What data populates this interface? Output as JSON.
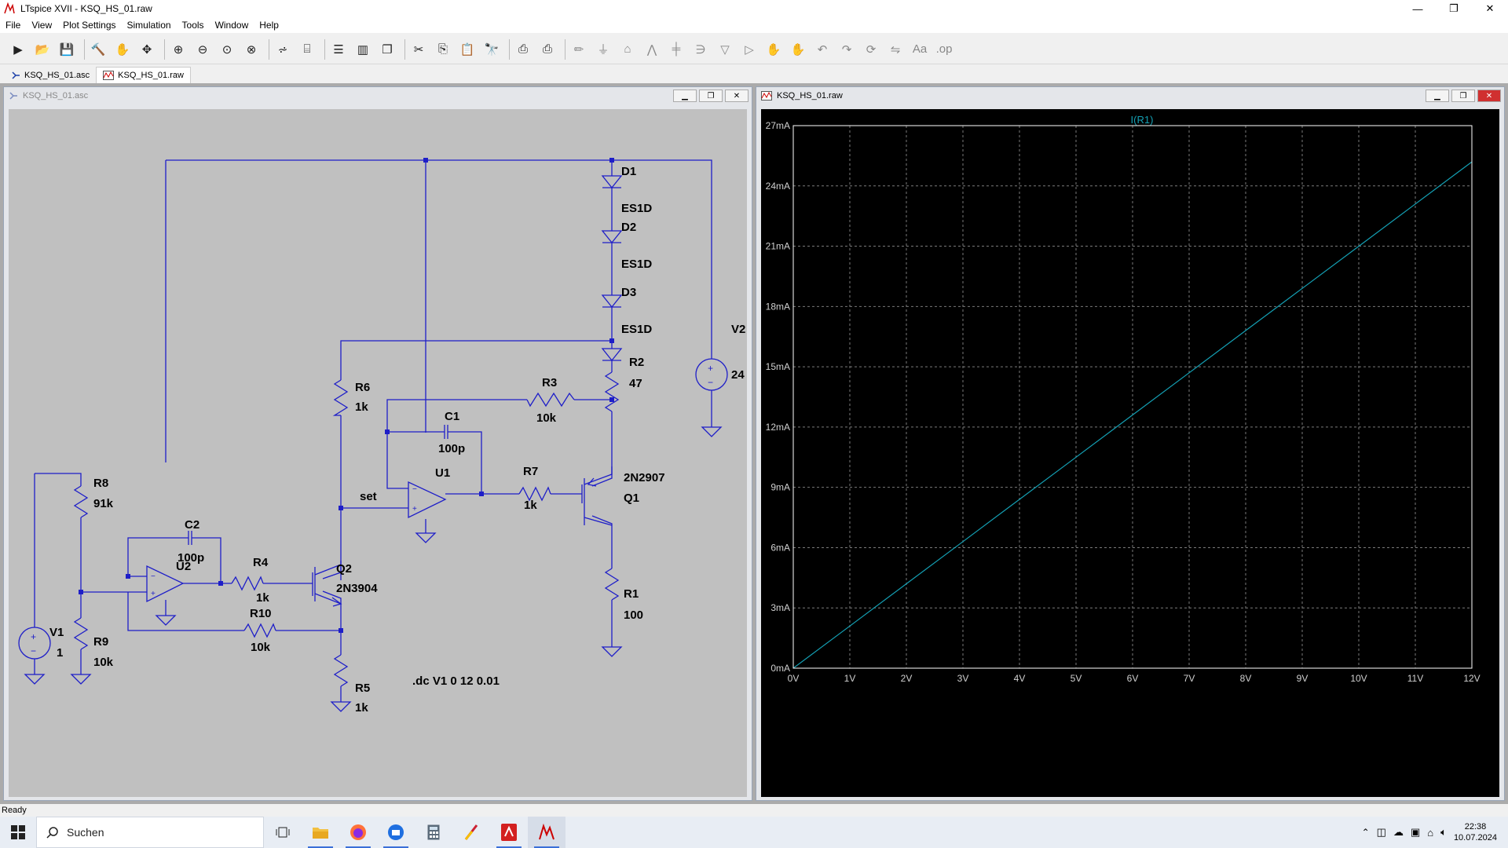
{
  "window": {
    "title": "LTspice XVII - KSQ_HS_01.raw",
    "min": "—",
    "max": "❐",
    "close": "✕"
  },
  "menu": [
    "File",
    "View",
    "Plot Settings",
    "Simulation",
    "Tools",
    "Window",
    "Help"
  ],
  "toolbar_icons": [
    "run-icon",
    "open-icon",
    "save-icon",
    "control-panel-icon",
    "halt-icon",
    "pan-icon",
    "zoom-in-icon",
    "zoom-out-icon",
    "zoom-fit-icon",
    "zoom-cancel-icon",
    "autorange-icon",
    "plot-settings-icon",
    "tile-horizontal-icon",
    "tile-vertical-icon",
    "cascade-icon",
    "cut-icon",
    "copy-icon",
    "paste-icon",
    "find-icon",
    "print-icon",
    "print-preview-icon",
    "wire-icon",
    "ground-icon",
    "label-net-icon",
    "resistor-icon",
    "capacitor-icon",
    "inductor-icon",
    "diode-icon",
    "component-icon",
    "move-icon",
    "drag-icon",
    "undo-icon",
    "redo-icon",
    "rotate-icon",
    "mirror-icon",
    "text-icon",
    "spice-directive-icon"
  ],
  "tabs": [
    {
      "label": "KSQ_HS_01.asc",
      "icon": "schematic-icon"
    },
    {
      "label": "KSQ_HS_01.raw",
      "icon": "waveform-icon"
    }
  ],
  "schematic": {
    "window_title": "KSQ_HS_01.asc",
    "labels": {
      "D1": "D1",
      "ES1D_1": "ES1D",
      "D2": "D2",
      "ES1D_2": "ES1D",
      "D3": "D3",
      "ES1D_3": "ES1D",
      "V2": "V2",
      "V2v": "24",
      "R2": "R2",
      "R2v": "47",
      "R6": "R6",
      "R6v": "1k",
      "R3": "R3",
      "R3v": "10k",
      "C1": "C1",
      "C1v": "100p",
      "U1": "U1",
      "set": "set",
      "R7": "R7",
      "R7v": "1k",
      "Q1m": "2N2907",
      "Q1": "Q1",
      "R8": "R8",
      "R8v": "91k",
      "C2": "C2",
      "C2v": "100p",
      "U2": "U2",
      "R4": "R4",
      "R4v": "1k",
      "Q2": "Q2",
      "Q2m": "2N3904",
      "R1": "R1",
      "R1v": "100",
      "V1": "V1",
      "V1v": "1",
      "R9": "R9",
      "R9v": "10k",
      "R10": "R10",
      "R10v": "10k",
      "R5": "R5",
      "R5v": "1k",
      "directive": ".dc V1 0 12 0.01"
    }
  },
  "plot": {
    "window_title": "KSQ_HS_01.raw",
    "trace_color": "#14a0b4"
  },
  "chart_data": {
    "type": "line",
    "title": "I(R1)",
    "xlabel": "",
    "ylabel": "",
    "x_ticks": [
      "0V",
      "1V",
      "2V",
      "3V",
      "4V",
      "5V",
      "6V",
      "7V",
      "8V",
      "9V",
      "10V",
      "11V",
      "12V"
    ],
    "y_ticks": [
      "0mA",
      "3mA",
      "6mA",
      "9mA",
      "12mA",
      "15mA",
      "18mA",
      "21mA",
      "24mA",
      "27mA"
    ],
    "xlim": [
      0,
      12
    ],
    "ylim": [
      0,
      27
    ],
    "grid": true,
    "series": [
      {
        "name": "I(R1)",
        "x": [
          0,
          1,
          2,
          3,
          4,
          5,
          6,
          7,
          8,
          9,
          10,
          11,
          12
        ],
        "y": [
          0,
          2.1,
          4.2,
          6.3,
          8.4,
          10.5,
          12.6,
          14.7,
          16.8,
          18.9,
          21.0,
          23.1,
          25.2
        ]
      }
    ]
  },
  "status": "Ready",
  "taskbar": {
    "search_placeholder": "Suchen",
    "time": "22:38",
    "date": "10.07.2024",
    "apps": [
      "task-view-icon",
      "file-explorer-icon",
      "firefox-icon",
      "thunderbird-icon",
      "calculator-icon",
      "kicad-icon",
      "acrobat-icon",
      "ltspice-icon"
    ]
  }
}
